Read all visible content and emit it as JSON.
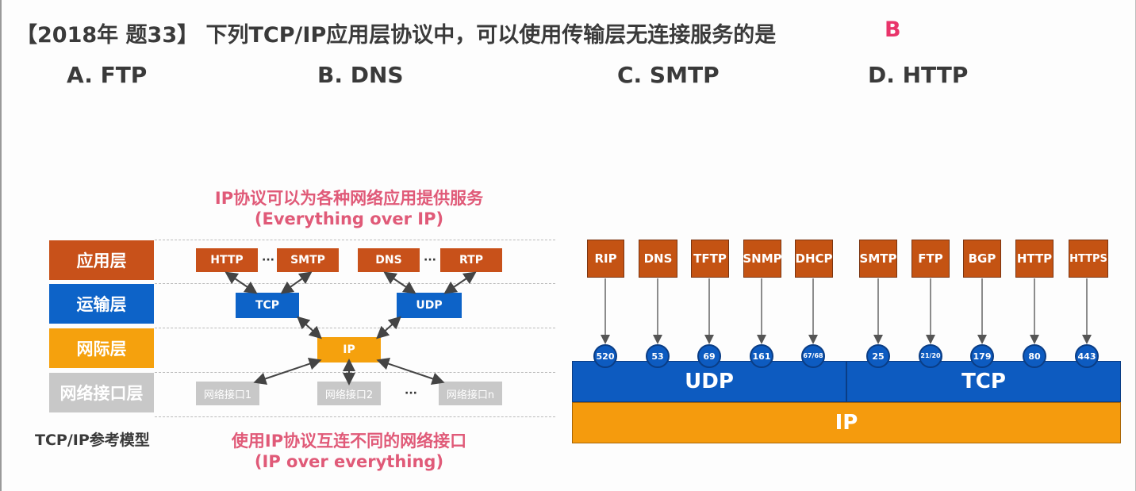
{
  "question": {
    "text": "【2018年 题33】 下列TCP/IP应用层协议中，可以使用传输层无连接服务的是",
    "answer": "B",
    "options": [
      "A. FTP",
      "B. DNS",
      "C. SMTP",
      "D. HTTP"
    ]
  },
  "left_diagram": {
    "top_caption": "IP协议可以为各种网络应用提供服务",
    "top_caption_en": "(Everything over IP)",
    "bottom_caption": "使用IP协议互连不同的网络接口",
    "bottom_caption_en": "(IP over everything)",
    "model_label": "TCP/IP参考模型",
    "layers": [
      "应用层",
      "运输层",
      "网际层",
      "网络接口层"
    ],
    "app_protocols": [
      "HTTP",
      "SMTP",
      "DNS",
      "RTP"
    ],
    "ellipsis": "···",
    "transport": [
      "TCP",
      "UDP"
    ],
    "network": "IP",
    "interfaces": [
      "网络接口1",
      "网络接口2",
      "网络接口n"
    ],
    "interface_ellipsis": "···"
  },
  "right_diagram": {
    "protocols": [
      "RIP",
      "DNS",
      "TFTP",
      "SNMP",
      "DHCP",
      "SMTP",
      "FTP",
      "BGP",
      "HTTP",
      "HTTPS"
    ],
    "ports": [
      "520",
      "53",
      "69",
      "161",
      "67/68",
      "25",
      "21/20",
      "179",
      "80",
      "443"
    ],
    "udp_label": "UDP",
    "tcp_label": "TCP",
    "ip_label": "IP"
  },
  "colors": {
    "application": "#c8511a",
    "transport": "#0d63c8",
    "network": "#f5a10d",
    "interface": "#c8c8c8",
    "caption": "#e05a78",
    "answer": "#e9346a"
  }
}
